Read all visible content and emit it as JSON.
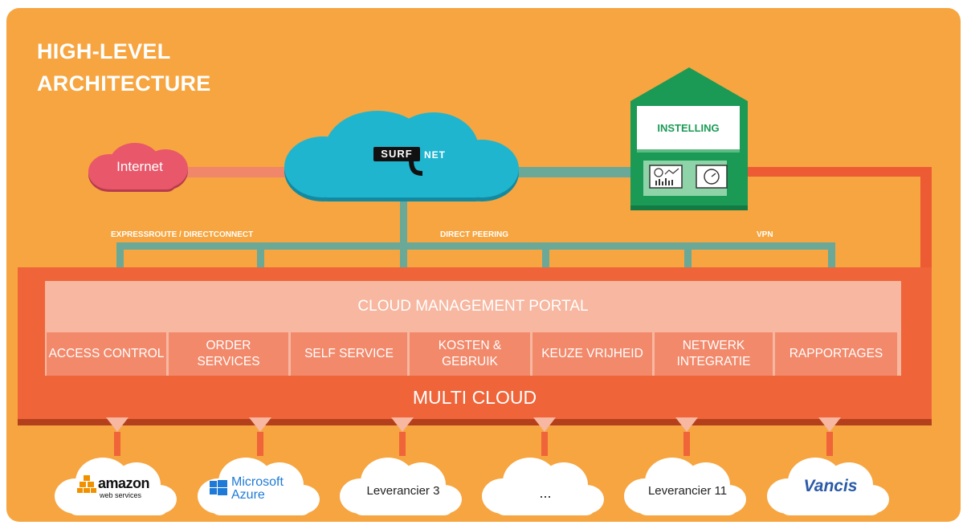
{
  "title_line1": "HIGH-LEVEL",
  "title_line2": "ARCHITECTURE",
  "nodes": {
    "internet": "Internet",
    "surfnet_left": "SURF",
    "surfnet_right": "NET",
    "instelling": "INSTELLING"
  },
  "connections": {
    "expressroute": "EXPRESSROUTE / DIRECTCONNECT",
    "direct_peering": "DIRECT PEERING",
    "vpn": "VPN"
  },
  "portal": {
    "title": "CLOUD MANAGEMENT PORTAL",
    "services": [
      {
        "line1": "ACCESS CONTROL",
        "line2": ""
      },
      {
        "line1": "ORDER",
        "line2": "SERVICES"
      },
      {
        "line1": "SELF SERVICE",
        "line2": ""
      },
      {
        "line1": "KOSTEN &",
        "line2": "GEBRUIK"
      },
      {
        "line1": "KEUZE VRIJHEID",
        "line2": ""
      },
      {
        "line1": "NETWERK",
        "line2": "INTEGRATIE"
      },
      {
        "line1": "RAPPORTAGES",
        "line2": ""
      }
    ]
  },
  "multi_cloud": "MULTI CLOUD",
  "vendors": {
    "amazon_main": "amazon",
    "amazon_sub": "web services",
    "microsoft_line1": "Microsoft",
    "microsoft_line2": "Azure",
    "leverancier3": "Leverancier 3",
    "ellipsis": "...",
    "leverancier11": "Leverancier 11",
    "vancis": "Vancis"
  },
  "colors": {
    "background": "#f6a540",
    "multi_cloud": "#ef6438",
    "portal": "#f7b7a0",
    "service": "#f2896b",
    "surfnet_cloud": "#1fb5cf",
    "internet_cloud": "#e8576a",
    "instelling_house": "#1a9a55",
    "connector": "#6aa898"
  }
}
